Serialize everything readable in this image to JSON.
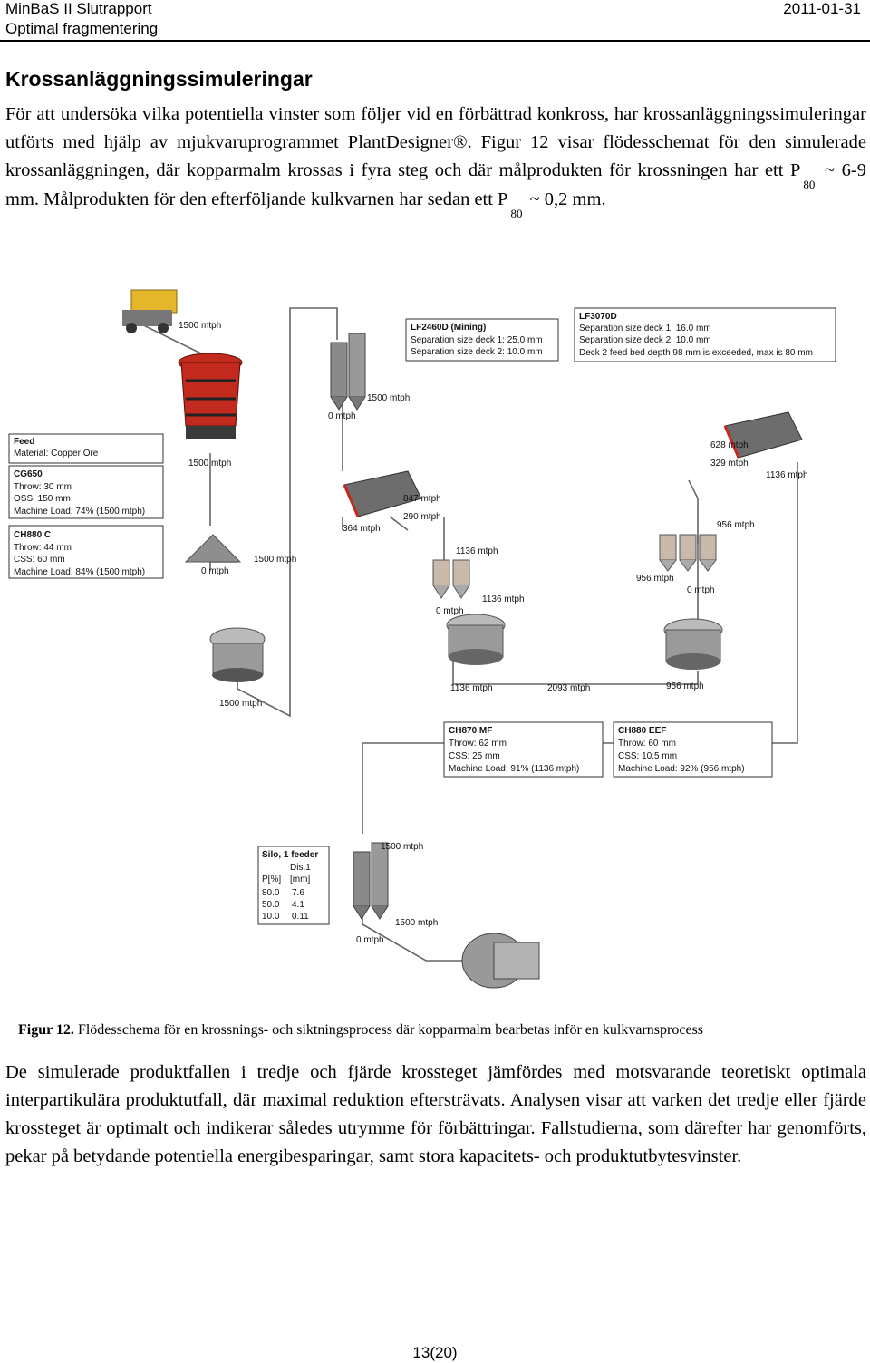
{
  "header": {
    "left_line1": "MinBaS II Slutrapport",
    "left_line2": "Optimal fragmentering",
    "date": "2011-01-31"
  },
  "section_title": "Krossanläggningssimuleringar",
  "intro": {
    "part1": "För att undersöka vilka potentiella vinster som följer vid en förbättrad konkross, har krossanläggningssimuleringar utförts med hjälp av mjukvaruprogrammet PlantDesigner®. Figur 12 visar flödesschemat för den simulerade krossanläggningen, där kopparmalm krossas i fyra steg och där målprodukten för krossningen har ett P",
    "sub1": "80",
    "part2": " ~ 6-9 mm. Målprodukten för den efterföljande kulkvarnen har sedan ett P",
    "sub2": "80",
    "part3": " ~ 0,2 mm."
  },
  "diagram": {
    "feed_box": [
      "Feed",
      "Material: Copper Ore"
    ],
    "cg650_box": [
      "CG650",
      "Throw: 30 mm",
      "OSS: 150 mm",
      "Machine Load: 74% (1500 mtph)"
    ],
    "ch880c_box": [
      "CH880 C",
      "Throw: 44 mm",
      "CSS: 60 mm",
      "Machine Load: 84% (1500 mtph)"
    ],
    "lf2460_box": [
      "LF2460D (Mining)",
      "Separation size deck 1: 25.0 mm",
      "Separation size deck 2: 10.0 mm"
    ],
    "lf3070_box": [
      "LF3070D",
      "Separation size deck 1: 16.0 mm",
      "Separation size deck 2: 10.0 mm",
      "Deck 2 feed bed depth 98 mm is exceeded, max is 80 mm"
    ],
    "ch870_box": [
      "CH870 MF",
      "Throw: 62 mm",
      "CSS: 25 mm",
      "Machine Load: 91% (1136 mtph)"
    ],
    "ch880eef_box": [
      "CH880 EEF",
      "Throw: 60 mm",
      "CSS: 10.5 mm",
      "Machine Load: 92% (956 mtph)"
    ],
    "silo_box": {
      "title": "Silo, 1 feeder",
      "col": "Dis.1",
      "head1": "P[%]",
      "head2": "[mm]",
      "rows": [
        [
          "80.0",
          "7.6"
        ],
        [
          "50.0",
          "4.1"
        ],
        [
          "10.0",
          "0.11"
        ]
      ]
    },
    "flows": {
      "f_truck": "1500 mtph",
      "f_silo1_out": "1500 mtph",
      "f_silo1_level": "0 mtph",
      "f_cg650_out": "1500 mtph",
      "f_pile_out": "1500 mtph",
      "f_pile_level": "0 mtph",
      "f_ch880c_out": "1500 mtph",
      "f_scr1_a": "847 mtph",
      "f_scr1_b": "290 mtph",
      "f_scr1_c": "364 mtph",
      "f_bin1_in": "1136 mtph",
      "f_bin1_out": "1136 mtph",
      "f_bin1_level": "0 mtph",
      "f_ch870_out": "1136 mtph",
      "f_merge": "2093 mtph",
      "f_scr2_a": "628 mtph",
      "f_scr2_b": "329 mtph",
      "f_scr2_c": "1136 mtph",
      "f_bin2_in": "956 mtph",
      "f_bin2_out": "956 mtph",
      "f_bin2_level": "0 mtph",
      "f_ch880eef_out": "956 mtph",
      "f_silo2_in": "1500 mtph",
      "f_silo2_out": "1500 mtph",
      "f_silo2_level": "0 mtph"
    }
  },
  "caption": {
    "label": "Figur 12.",
    "text": " Flödesschema för en krossnings- och siktningsprocess där kopparmalm bearbetas inför en kulkvarnsprocess"
  },
  "conclusion": "De simulerade produktfallen i tredje och fjärde krossteget jämfördes med motsvarande teoretiskt optimala interpartikulära produktutfall, där maximal reduktion eftersträvats. Analysen visar att varken det tredje eller fjärde krossteget är optimalt och indikerar således utrymme för förbättringar. Fallstudierna, som därefter har genomförts, pekar på betydande potentiella energibesparingar, samt stora kapacitets- och produktutbytesvinster.",
  "page_number": "13(20)"
}
